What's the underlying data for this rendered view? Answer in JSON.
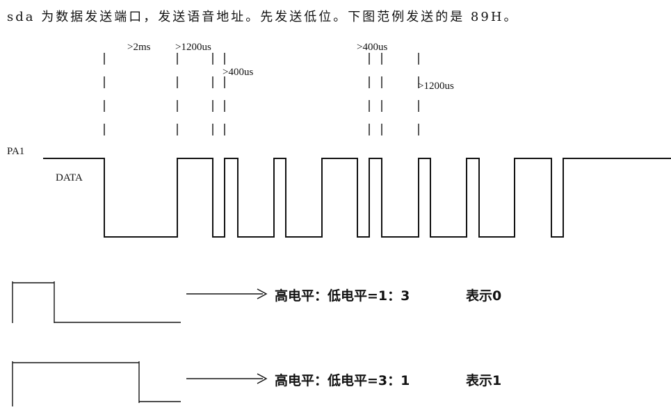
{
  "caption": "sda 为数据发送端口，发送语音地址。先发送低位。下图范例发送的是 89H。",
  "signal": {
    "pin_label": "PA1",
    "data_label": "DATA"
  },
  "timing_labels": {
    "start_low": ">2ms",
    "high_1200_a": ">1200us",
    "low_400_a": ">400us",
    "high_400": ">400us",
    "high_1200_b": ">1200us"
  },
  "legend": [
    {
      "text": "高电平：低电平=1：3",
      "meaning": "表示0"
    },
    {
      "text": "高电平：低电平=3：1",
      "meaning": "表示1"
    }
  ]
}
